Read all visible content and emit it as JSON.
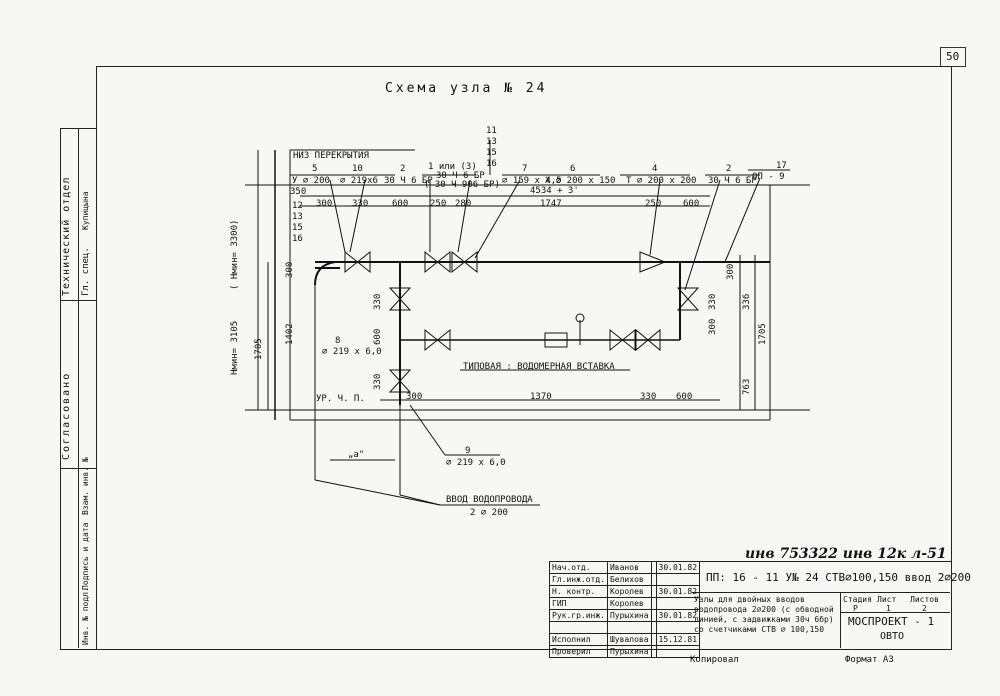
{
  "sheet": {
    "page_number": "50",
    "format_label": "Формат А3",
    "copied_label": "Копировал"
  },
  "drawing": {
    "title": "Схема   узла    № 24",
    "labels": {
      "ceiling": "НИЗ ПЕРЕКРЫТИЯ",
      "floor": "УР. Ч. П.",
      "insert": "ТИПОВАЯ : ВОДОМЕРНАЯ ВСТАВКА",
      "entry": "ВВОД ВОДОПРОВОДА",
      "entry_size": "2 ⌀ 200",
      "a_dim": "„а\"",
      "h_min": "Нмин= 3105",
      "h_max": "( Нмин= 3300)",
      "callouts_top": [
        "11",
        "13",
        "15",
        "16"
      ],
      "callouts_left": [
        "12",
        "13",
        "15",
        "16"
      ],
      "top_parts": [
        {
          "num": "5",
          "spec": "У ⌀ 200"
        },
        {
          "num": "10",
          "spec": "⌀ 219х6"
        },
        {
          "num": "2",
          "spec": "30 Ч 6 БР"
        },
        {
          "num": "1 или (3)",
          "spec": "30 Ч 6 БР"
        },
        {
          "num": "",
          "spec": "( 30 Ч 906 БР)"
        },
        {
          "num": "7",
          "spec": "⌀ 159 х 4,5"
        },
        {
          "num": "6",
          "spec": "Х ⌀ 200 х 150"
        },
        {
          "num": "",
          "spec": "4534 + 3'"
        },
        {
          "num": "4",
          "spec": "Т ⌀ 200 х 200"
        },
        {
          "num": "2",
          "spec": "30 Ч 6 БР"
        },
        {
          "num": "17",
          "spec": "ОП - 9"
        }
      ],
      "part8": {
        "num": "8",
        "spec": "⌀ 219 х 6,0"
      },
      "part9": {
        "num": "9",
        "spec": "⌀ 219 х 6,0"
      },
      "dims": [
        "350",
        "300",
        "330",
        "600",
        "250",
        "280",
        "1747",
        "250",
        "600",
        "3",
        "300",
        "1402",
        "1705",
        "600",
        "330",
        "330",
        "300",
        "300",
        "1370",
        "330",
        "600",
        "330",
        "300",
        "336",
        "1705",
        "763",
        "330",
        "300",
        "300"
      ]
    }
  },
  "stamp_left": {
    "approved": "Согласовано",
    "dept": "Технический  отдел",
    "rows": [
      "Гл. спец.",
      "Купицына"
    ],
    "inv": [
      "Инв. № подл.",
      "Подпись и дата",
      "Взам. инв. №"
    ]
  },
  "title_block": {
    "people": [
      {
        "role": "Нач.отд.",
        "name": "Иванов",
        "date": "30.01.82"
      },
      {
        "role": "Гл.инж.отд.",
        "name": "Белихов",
        "date": ""
      },
      {
        "role": "Н. контр.",
        "name": "Королев",
        "date": "30.01.82"
      },
      {
        "role": "ГИП",
        "name": "Королев",
        "date": ""
      },
      {
        "role": "Рук.гр.инж.",
        "name": "Пурыхина",
        "date": "30.01.82"
      },
      {
        "role": "",
        "name": "",
        "date": ""
      },
      {
        "role": "Исполнил",
        "name": "Шувалова",
        "date": "15.12.81"
      },
      {
        "role": "Проверил",
        "name": "Пурыхина",
        "date": ""
      }
    ],
    "code": "ПП: 16 - 11   У№ 24  СТВ⌀100,150 ввод 2⌀200",
    "description": "Узлы для двойных вводов водопровода 2⌀200 (с обводной линией, с задвижками 30ч 6бр) со счетчиками СТВ ⌀ 100,150",
    "stage_head": [
      "Стадия",
      "Лист",
      "Листов"
    ],
    "stage_vals": [
      "Р",
      "1",
      "2"
    ],
    "org": "МОСПРОЕКТ - 1",
    "org2": "ОВТО",
    "handwritten": "инв 753322 инв 12к    л-51"
  }
}
